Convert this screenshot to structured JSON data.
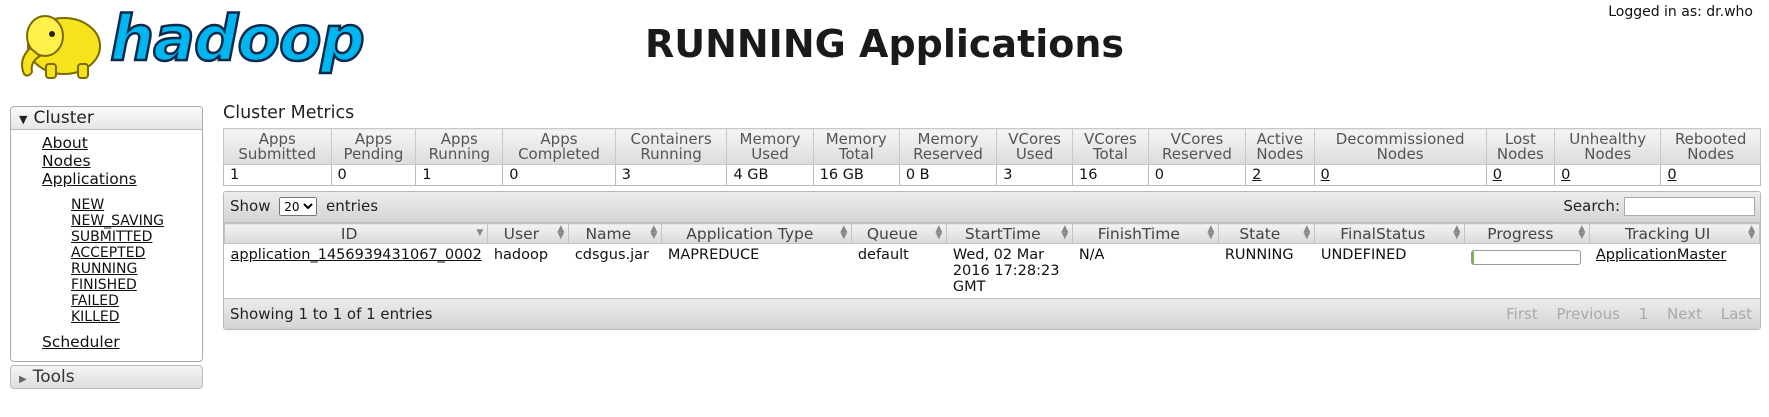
{
  "header": {
    "logo_text": "hadoop",
    "title": "RUNNING Applications",
    "login_status": "Logged in as: dr.who"
  },
  "sidebar": {
    "cluster_label": "Cluster",
    "links": [
      "About",
      "Nodes",
      "Applications"
    ],
    "app_states": [
      "NEW",
      "NEW_SAVING",
      "SUBMITTED",
      "ACCEPTED",
      "RUNNING",
      "FINISHED",
      "FAILED",
      "KILLED"
    ],
    "scheduler": "Scheduler",
    "tools_label": "Tools"
  },
  "metrics": {
    "title": "Cluster Metrics",
    "headers": [
      [
        "Apps",
        "Submitted"
      ],
      [
        "Apps",
        "Pending"
      ],
      [
        "Apps",
        "Running"
      ],
      [
        "Apps",
        "Completed"
      ],
      [
        "Containers",
        "Running"
      ],
      [
        "Memory",
        "Used"
      ],
      [
        "Memory",
        "Total"
      ],
      [
        "Memory",
        "Reserved"
      ],
      [
        "VCores",
        "Used"
      ],
      [
        "VCores",
        "Total"
      ],
      [
        "VCores",
        "Reserved"
      ],
      [
        "Active",
        "Nodes"
      ],
      [
        "Decommissioned",
        "Nodes"
      ],
      [
        "Lost",
        "Nodes"
      ],
      [
        "Unhealthy",
        "Nodes"
      ],
      [
        "Rebooted",
        "Nodes"
      ]
    ],
    "values": [
      "1",
      "0",
      "1",
      "0",
      "3",
      "4 GB",
      "16 GB",
      "0 B",
      "3",
      "16",
      "0",
      "2",
      "0",
      "0",
      "0",
      "0"
    ]
  },
  "apps_table": {
    "show_label": "Show",
    "entries_label": "entries",
    "page_size": "20",
    "search_label": "Search:",
    "search_value": "",
    "columns": [
      "ID",
      "User",
      "Name",
      "Application Type",
      "Queue",
      "StartTime",
      "FinishTime",
      "State",
      "FinalStatus",
      "Progress",
      "Tracking UI"
    ],
    "rows": [
      {
        "id": "application_1456939431067_0002",
        "user": "hadoop",
        "name": "cdsgus.jar",
        "type": "MAPREDUCE",
        "queue": "default",
        "start_time": "Wed, 02 Mar 2016 17:28:23 GMT",
        "finish_time": "N/A",
        "state": "RUNNING",
        "final_status": "UNDEFINED",
        "progress_percent": 2,
        "tracking_ui": "ApplicationMaster"
      }
    ],
    "showing_info": "Showing 1 to 1 of 1 entries",
    "pager": {
      "first": "First",
      "previous": "Previous",
      "page": "1",
      "next": "Next",
      "last": "Last"
    }
  },
  "colors": {
    "progress_fill": "#7db24a",
    "logo_blue": "#00b6f0",
    "logo_yellow": "#f7e31c"
  }
}
